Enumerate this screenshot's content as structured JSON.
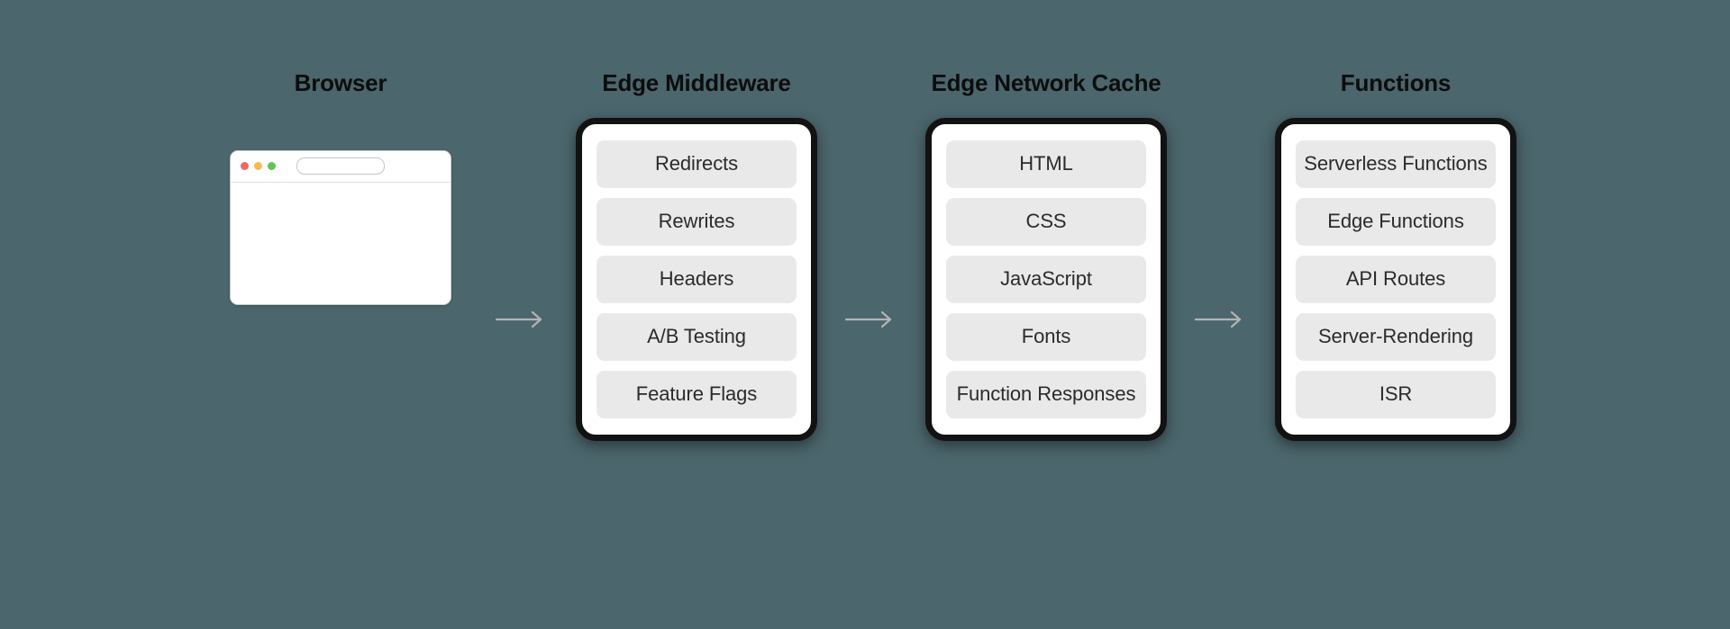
{
  "background_color": "#4b666c",
  "columns": [
    {
      "id": "browser",
      "title": "Browser",
      "type": "browser-window",
      "window": {
        "traffic_lights": [
          "close-red",
          "minimize-yellow",
          "maximize-green"
        ],
        "url_bar_value": ""
      }
    },
    {
      "id": "edge-middleware",
      "title": "Edge Middleware",
      "type": "card",
      "items": [
        "Redirects",
        "Rewrites",
        "Headers",
        "A/B Testing",
        "Feature Flags"
      ]
    },
    {
      "id": "edge-network-cache",
      "title": "Edge Network Cache",
      "type": "card",
      "items": [
        "HTML",
        "CSS",
        "JavaScript",
        "Fonts",
        "Function Responses"
      ]
    },
    {
      "id": "functions",
      "title": "Functions",
      "type": "card",
      "items": [
        "Serverless Functions",
        "Edge Functions",
        "API Routes",
        "Server-Rendering",
        "ISR"
      ]
    }
  ],
  "arrows": [
    {
      "from": "browser",
      "to": "edge-middleware",
      "direction": "right"
    },
    {
      "from": "edge-middleware",
      "to": "edge-network-cache",
      "direction": "right"
    },
    {
      "from": "edge-network-cache",
      "to": "functions",
      "direction": "right"
    }
  ],
  "colors": {
    "background": "#4b666c",
    "card_border": "#121212",
    "card_surface": "#ffffff",
    "pill_surface": "#e9e9e9",
    "pill_text": "#2b2b2b",
    "title_text": "#0d0d0d",
    "arrow": "#b3b3b3"
  }
}
